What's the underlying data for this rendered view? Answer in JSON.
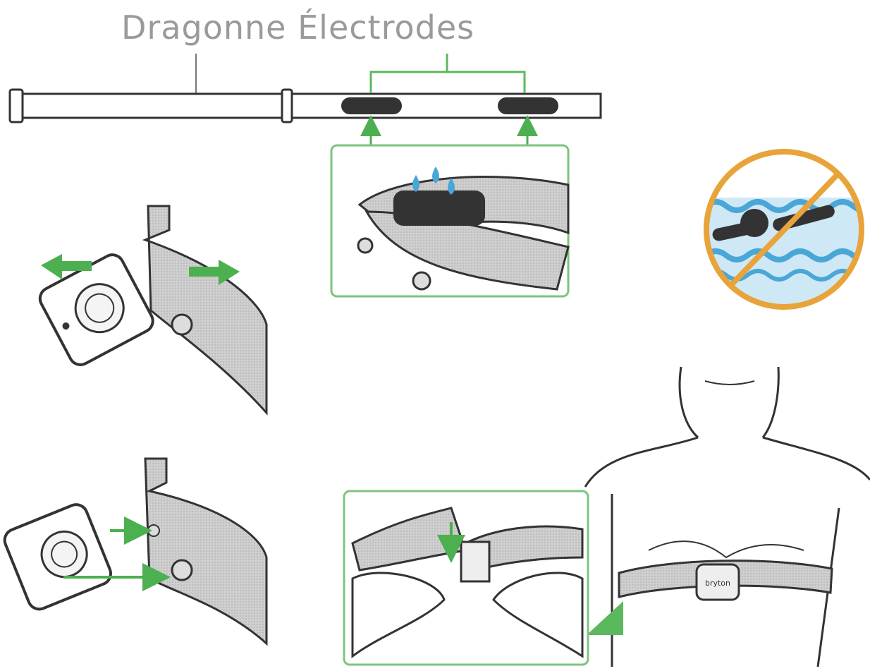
{
  "labels": {
    "strap": "Dragonne",
    "electrodes": "Électrodes"
  },
  "sensor_brand": "bryton",
  "colors": {
    "accent_green": "#5cb85c",
    "arrow_green": "#4caf50",
    "strap_gray": "#c7c7c7",
    "electrode_dark": "#333333",
    "prohibit_orange": "#e8a33a",
    "water_blue": "#4aa6d6",
    "title_gray": "#9a9a9a"
  },
  "icons": {
    "no_swimming": "no-swimming-icon",
    "water_drops": "water-drops-icon"
  }
}
